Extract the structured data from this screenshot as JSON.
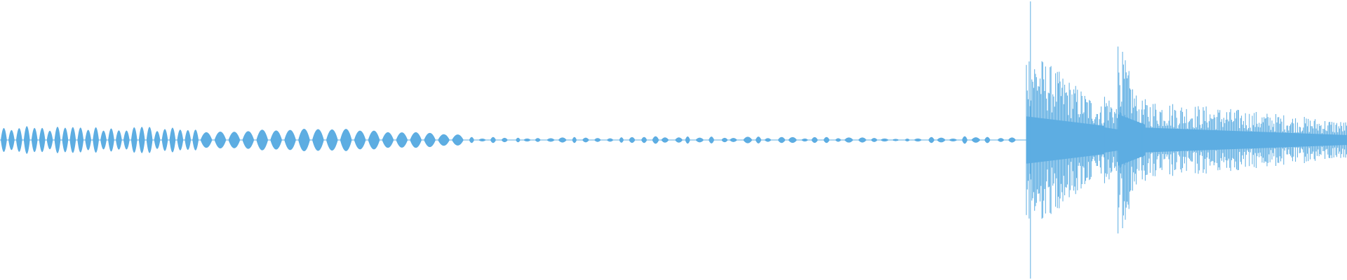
{
  "waveform": {
    "color": "#5dade2",
    "background": "#ffffff",
    "segments": [
      {
        "kind": "ripple",
        "from": 0.0,
        "to": 0.148,
        "amplitude": 0.11,
        "count": 26
      },
      {
        "kind": "blobs",
        "from": 0.148,
        "to": 0.345,
        "amplitude": 0.105,
        "count": 19,
        "decay": true
      },
      {
        "kind": "blobs-small",
        "from": 0.345,
        "to": 0.755,
        "amplitude": 0.03,
        "count": 48
      },
      {
        "kind": "burst",
        "from": 0.762,
        "to": 0.82,
        "amplitude": 0.75,
        "tail": 0.35
      },
      {
        "kind": "burst",
        "from": 0.82,
        "to": 0.845,
        "amplitude": 0.4,
        "tail": 0.2
      },
      {
        "kind": "burst",
        "from": 0.83,
        "to": 0.85,
        "amplitude": 0.82,
        "tail": 0.2
      },
      {
        "kind": "dense",
        "from": 0.848,
        "to": 1.0,
        "amplitude": 0.33,
        "decay": true
      }
    ],
    "spike": {
      "at": 0.765,
      "amplitude": 1.0
    }
  }
}
